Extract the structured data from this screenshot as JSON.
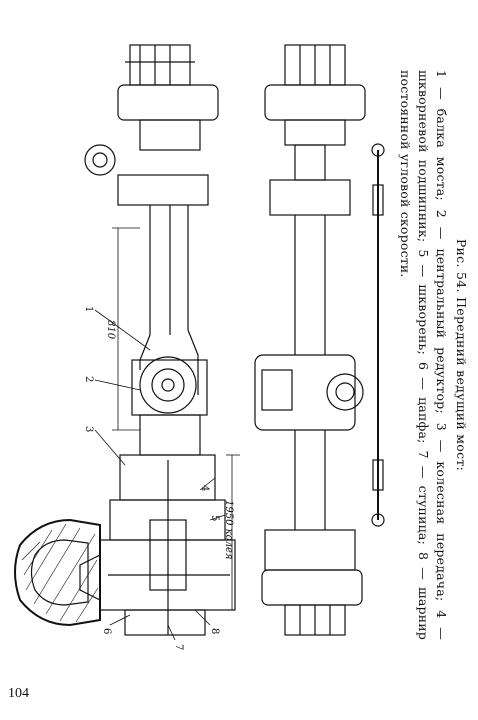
{
  "page": {
    "number": "104"
  },
  "figure": {
    "title": "Рис. 54. Передний ведущий мост:",
    "legend_text": "1 — балка моста; 2 — центральный редуктор; 3 — колесная передача; 4 — шкворневой подшипник; 5 — шкворень; 6 — цапфа; 7 — ступица; 8 — шарнир постоянной угловой скорости.",
    "callouts": [
      "1",
      "2",
      "3",
      "4",
      "5",
      "6",
      "7",
      "8"
    ],
    "dimensions": {
      "axle_length": "810",
      "track": "1950 колея"
    }
  }
}
